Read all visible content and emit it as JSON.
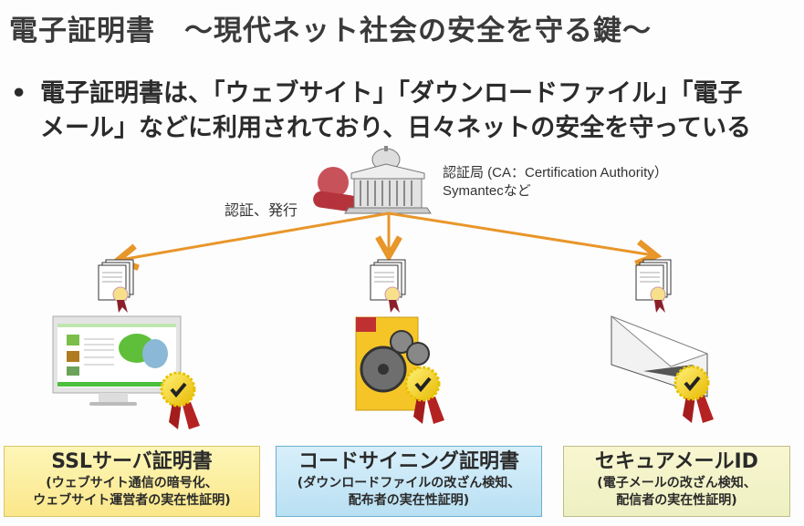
{
  "title": "電子証明書　～現代ネット社会の安全を守る鍵～",
  "bullet": {
    "marker": "•",
    "line1": "電子証明書は、「ウェブサイト」「ダウンロードファイル」「電子",
    "line2": "メール」などに利用されており、日々ネットの安全を守っている"
  },
  "ca": {
    "line1": "認証局 (CA：Certification Authority）",
    "line2": "Symantecなど",
    "action_label": "認証、発行"
  },
  "colors": {
    "arrow": "#e8962a",
    "ssl_box": "#fbe78a",
    "code_box": "#b9e0f3",
    "mail_box": "#eef0c2"
  },
  "certificates": [
    {
      "id": "ssl",
      "title": "SSLサーバ証明書",
      "desc1": "(ウェブサイト通信の暗号化、",
      "desc2": "ウェブサイト運営者の実在性証明)"
    },
    {
      "id": "code",
      "title": "コードサイニング証明書",
      "desc1": "(ダウンロードファイルの改ざん検知、",
      "desc2": "配布者の実在性証明)"
    },
    {
      "id": "mail",
      "title": "セキュアメールID",
      "desc1": "(電子メールの改ざん検知、",
      "desc2": "配信者の実在性証明)"
    }
  ]
}
